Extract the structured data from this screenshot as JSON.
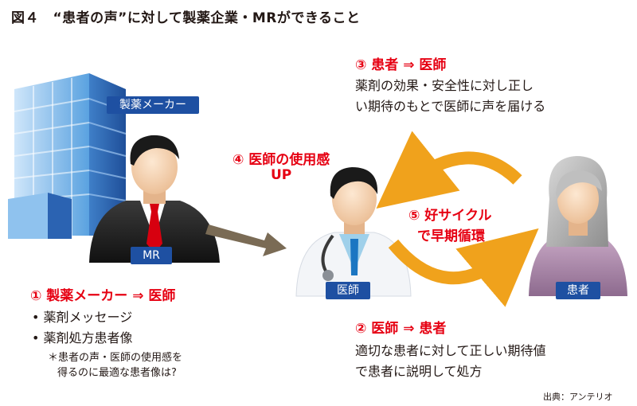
{
  "title": "図４　“患者の声”に対して製薬企業・MRができること",
  "labels": {
    "maker": "製薬メーカー",
    "mr": "MR",
    "doctor": "医師",
    "patient": "患者"
  },
  "step1": {
    "heading": "① 製薬メーカー ⇒ 医師",
    "bullets": [
      "薬剤メッセージ",
      "薬剤処方患者像"
    ],
    "note_line1": "＊患者の声・医師の使用感を",
    "note_line2": "得るのに最適な患者像は?"
  },
  "step2": {
    "heading": "② 医師 ⇒ 患者",
    "line1": "適切な患者に対して正しい期待値",
    "line2": "で患者に説明して処方"
  },
  "step3": {
    "heading": "③ 患者 ⇒ 医師",
    "line1": "薬剤の効果・安全性に対し正し",
    "line2": "い期待のもとで医師に声を届ける"
  },
  "step4": {
    "line1": "④ 医師の使用感",
    "line2": "UP"
  },
  "step5": {
    "line1": "⑤ 好サイクル",
    "line2": "で早期循環"
  },
  "source": "出典：アンテリオ",
  "colors": {
    "accent_red": "#e60012",
    "tag_blue": "#1e50a2",
    "cycle_orange": "#f0a21c",
    "flow_arrow": "#7a6b55"
  }
}
